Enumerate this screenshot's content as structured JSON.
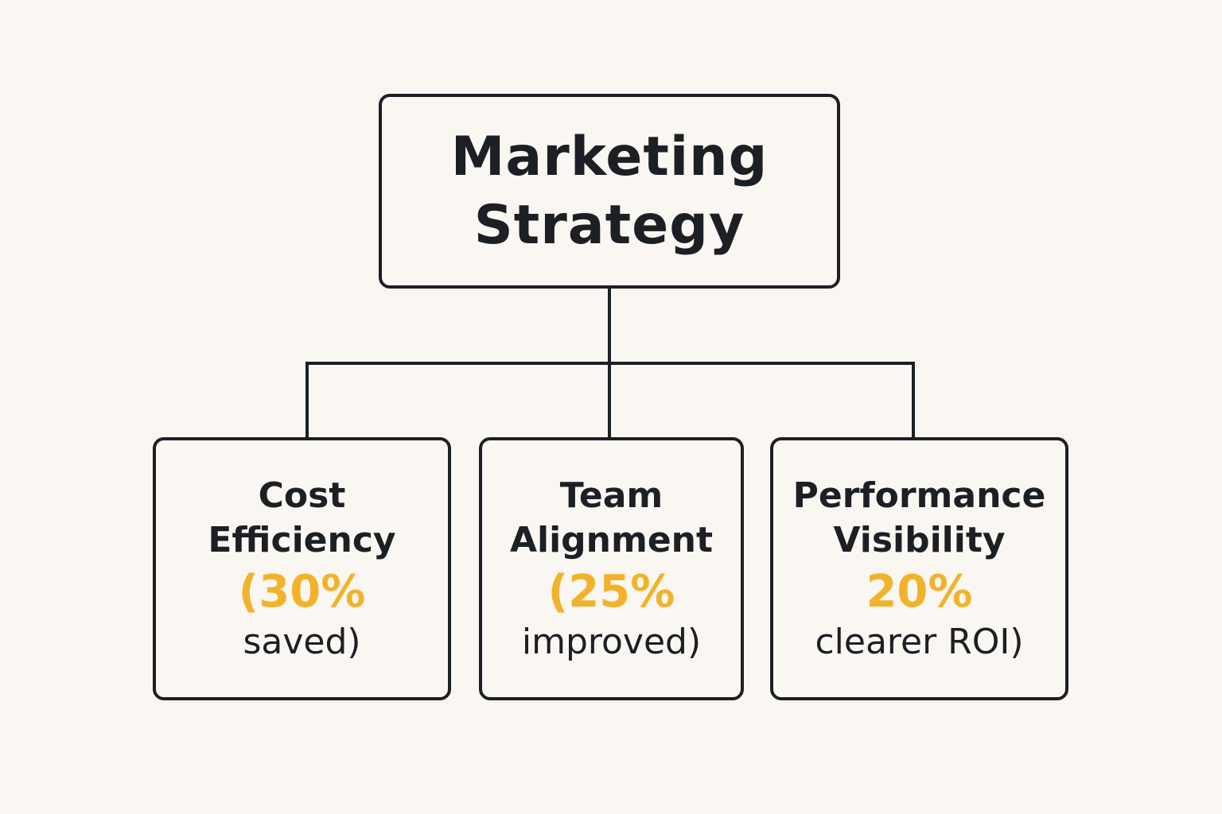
{
  "colors": {
    "background": "#faf7f2",
    "stroke": "#1c1f24",
    "highlight": "#f2b22b"
  },
  "root": {
    "line1": "Marketing",
    "line2": "Strategy"
  },
  "children": [
    {
      "title_line1": "Cost",
      "title_line2": "Efficiency",
      "value": "(30%",
      "note": "saved)"
    },
    {
      "title_line1": "Team",
      "title_line2": "Alignment",
      "value": "(25%",
      "note": "improved)"
    },
    {
      "title_line1": "Performance",
      "title_line2": "Visibility",
      "value": "20%",
      "note": "clearer ROI)"
    }
  ]
}
